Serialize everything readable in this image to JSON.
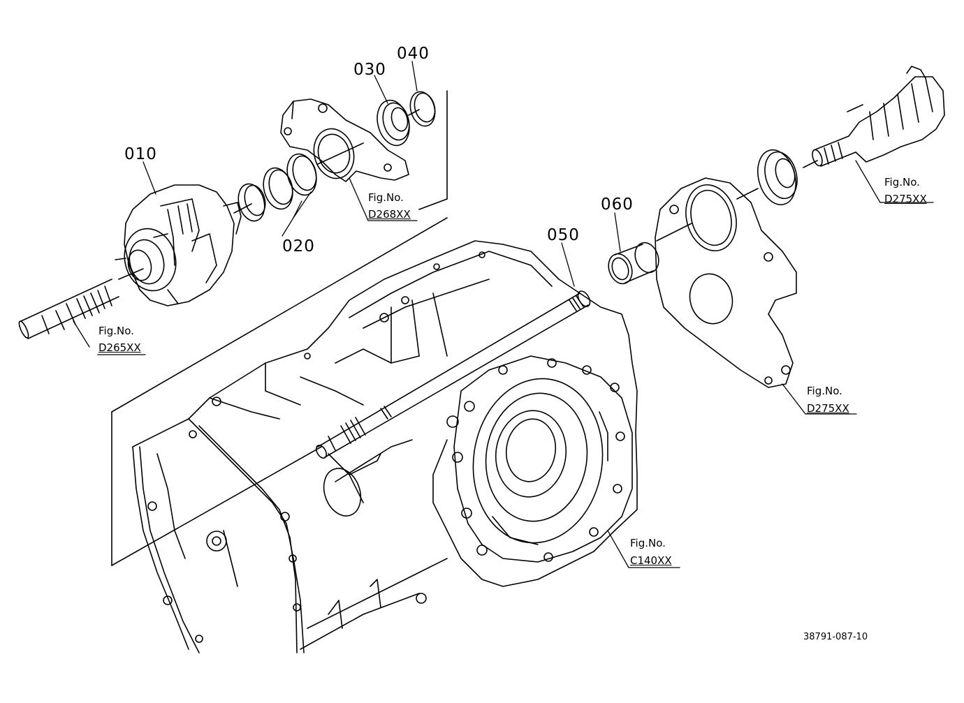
{
  "parts": [
    {
      "id": "p010",
      "number": "010"
    },
    {
      "id": "p020",
      "number": "020"
    },
    {
      "id": "p030",
      "number": "030"
    },
    {
      "id": "p040",
      "number": "040"
    },
    {
      "id": "p050",
      "number": "050"
    },
    {
      "id": "p060",
      "number": "060"
    }
  ],
  "figure_refs": [
    {
      "prefix": "Fig.No.",
      "code": "D265XX"
    },
    {
      "prefix": "Fig.No.",
      "code": "D268XX"
    },
    {
      "prefix": "Fig.No.",
      "code": "D275XX"
    },
    {
      "prefix": "Fig.No.",
      "code": "D275XX"
    },
    {
      "prefix": "Fig.No.",
      "code": "C140XX"
    }
  ],
  "drawing_code": "38791-087-10"
}
